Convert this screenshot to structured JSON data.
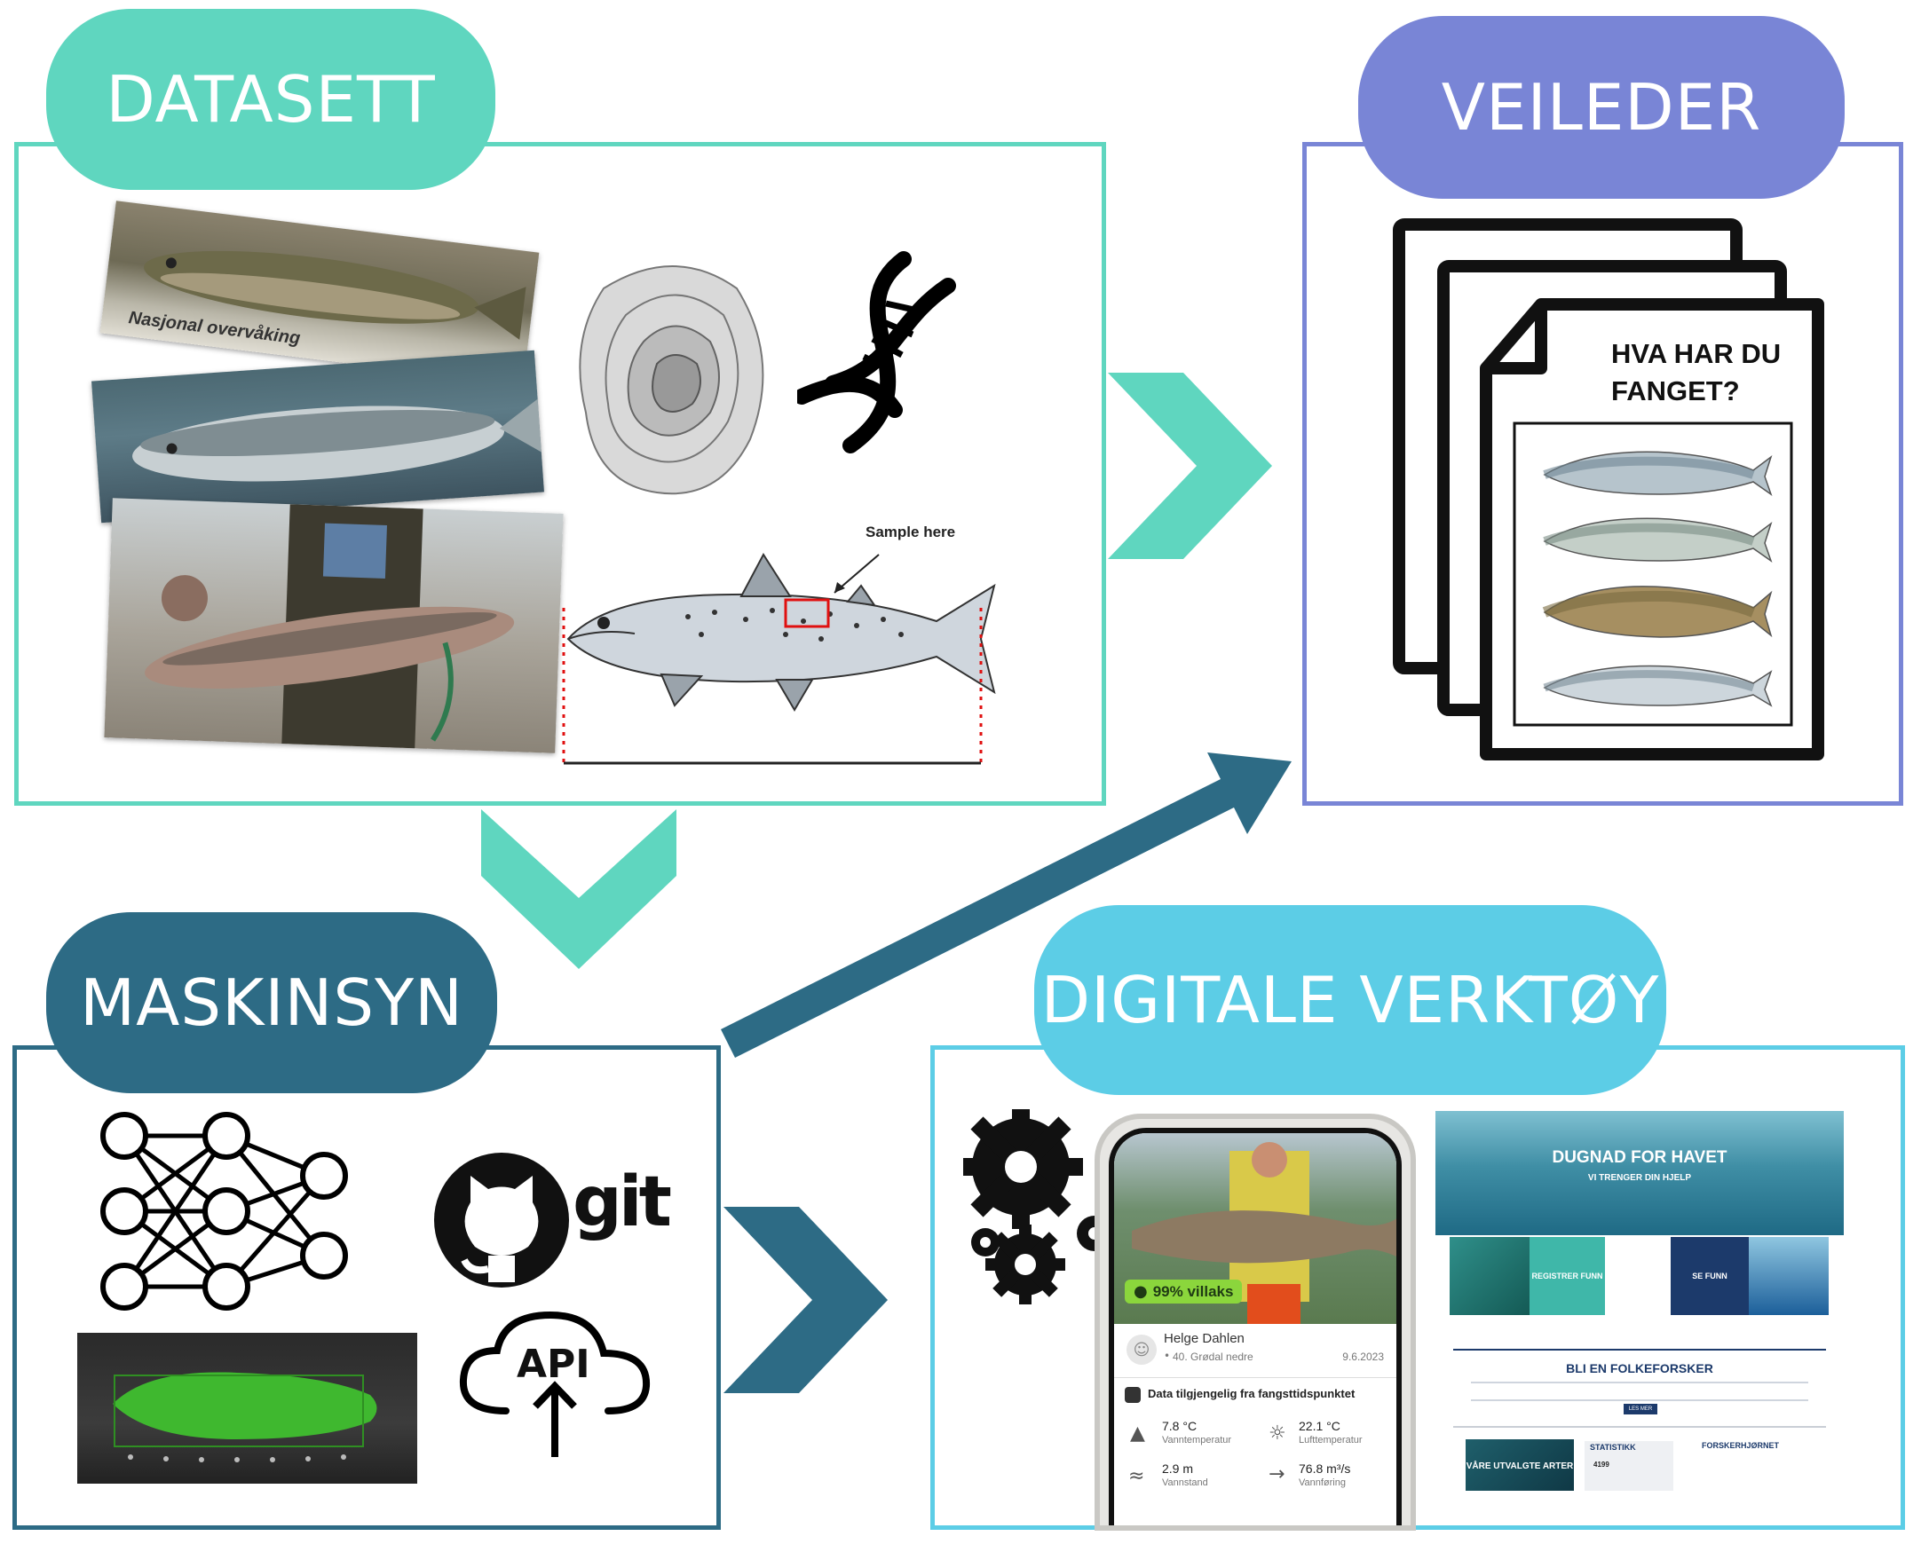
{
  "sections": {
    "datasett": {
      "title": "DATASETT",
      "color": "#5fd6bf"
    },
    "veileder": {
      "title": "VEILEDER",
      "color": "#7985d6"
    },
    "maskinsyn": {
      "title": "MASKINSYN",
      "color": "#2d6b85"
    },
    "digitale": {
      "title": "DIGITALE VERKTØY",
      "color": "#5ccde6"
    }
  },
  "datasett": {
    "photo_caption": "Nasjonal overvåking",
    "sample_label": "Sample here"
  },
  "veileder": {
    "guide_title": "HVA HAR DU FANGET?"
  },
  "maskinsyn": {
    "git_label": "git",
    "api_label": "API"
  },
  "phone": {
    "badge": "99% villaks",
    "user_name": "Helge Dahlen",
    "location": "40. Grødal nedre",
    "date": "9.6.2023",
    "data_heading": "Data tilgjengelig fra fangsttidspunktet",
    "stats": [
      {
        "value": "7.8 °C",
        "label": "Vanntemperatur"
      },
      {
        "value": "22.1 °C",
        "label": "Lufttemperatur"
      },
      {
        "value": "2.9 m",
        "label": "Vannstand"
      },
      {
        "value": "76.8 m³/s",
        "label": "Vannføring"
      }
    ]
  },
  "website": {
    "hero_title": "DUGNAD FOR HAVET",
    "hero_subtitle": "VI TRENGER DIN HJELP",
    "register_button": "REGISTRER FUNN",
    "see_button": "SE FUNN",
    "section_title": "BLI EN FOLKEFORSKER",
    "read_more": "LES MER",
    "card_species": "VÅRE UTVALGTE ARTER",
    "card_stats_title": "STATISTIKK",
    "card_stats_value": "4199",
    "card_research_title": "FORSKERHJØRNET"
  }
}
